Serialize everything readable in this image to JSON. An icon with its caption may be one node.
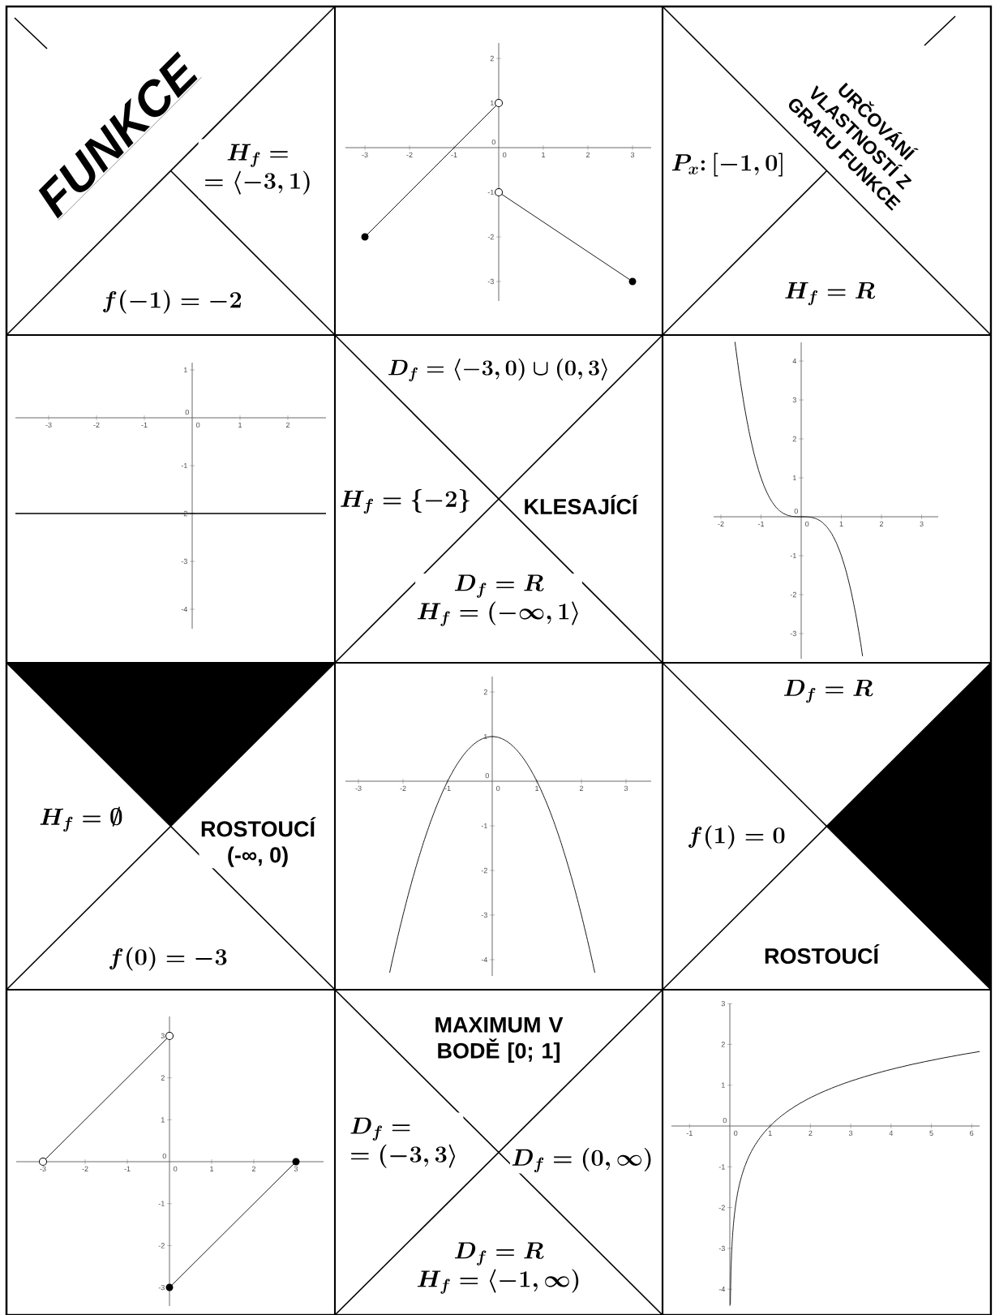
{
  "diagram": {
    "title": "FUNKCE",
    "nodes": [
      {
        "text": [
          "\\begin{array}{c} H_f = \\\\ = \\langle -3, 1) \\end{array}"
        ]
      },
      {
        "text": [
          "f(-1) = -2"
        ]
      },
      {
        "text": [
          "URČOVÁNÍ VLASTNOSTÍ Z GRAFU FUNKCE"
        ]
      },
      {
        "text": [
          "P_x\\colon [-1, 0]"
        ]
      },
      {
        "text": [
          "H_f = R"
        ]
      },
      {
        "text": [
          "D_f = \\langle -3, 0) \\cup (0, 3\\rangle"
        ]
      },
      {
        "text": [
          "H_f = \\{-2\\}"
        ]
      },
      {
        "text": [
          "KLESAJÍCÍ"
        ]
      },
      {
        "text": [
          "D_f = R",
          "H_f = (-\\infty, 1\\rangle"
        ]
      },
      {
        "text": [],
        "shape": "triangle"
      },
      {
        "text": [
          "H_f = \\emptyset"
        ]
      },
      {
        "text": [
          "ROSTOUCÍ",
          "(-∞, 0)"
        ]
      },
      {
        "text": [
          "f(0) = -3"
        ]
      },
      {
        "text": [
          "D_f = R"
        ]
      },
      {
        "text": [
          "f(1) = 0"
        ]
      },
      {
        "text": [],
        "shape": "triangle"
      },
      {
        "text": [
          "ROSTOUCÍ"
        ]
      },
      {
        "text": [
          "MAXIMUM V BODĚ [0; 1]"
        ]
      },
      {
        "text": [
          "\\begin{array}{l} D_f = \\\\ = (-3, 3\\rangle \\end{array}"
        ]
      },
      {
        "text": [
          "D_f = (0, \\infty)"
        ]
      },
      {
        "text": [
          "D_f = R",
          "H_f = \\langle -1, \\infty)"
        ]
      }
    ],
    "labels": [
      "2",
      "1",
      "0",
      "-1",
      "-2",
      "-3",
      "-3",
      "-2",
      "-1",
      "0",
      "1",
      "2",
      "3",
      "1",
      "0",
      "-1",
      "-2",
      "-3",
      "-4",
      "-3",
      "-2",
      "-1",
      "0",
      "1",
      "2",
      "4",
      "3",
      "2",
      "1",
      "0",
      "-1",
      "-2",
      "-3",
      "-2",
      "-1",
      "0",
      "1",
      "2",
      "3",
      "2",
      "1",
      "0",
      "-1",
      "-2",
      "-3",
      "-4",
      "-3",
      "-2",
      "-1",
      "0",
      "1",
      "2",
      "3",
      "3",
      "2",
      "1",
      "0",
      "-1",
      "-2",
      "-3",
      "-3",
      "-2",
      "-1",
      "0",
      "1",
      "2",
      "3",
      "3",
      "2",
      "1",
      "0",
      "-1",
      "-2",
      "-3",
      "-4",
      "-1",
      "0",
      "1",
      "2",
      "3",
      "4",
      "5",
      "6"
    ]
  }
}
